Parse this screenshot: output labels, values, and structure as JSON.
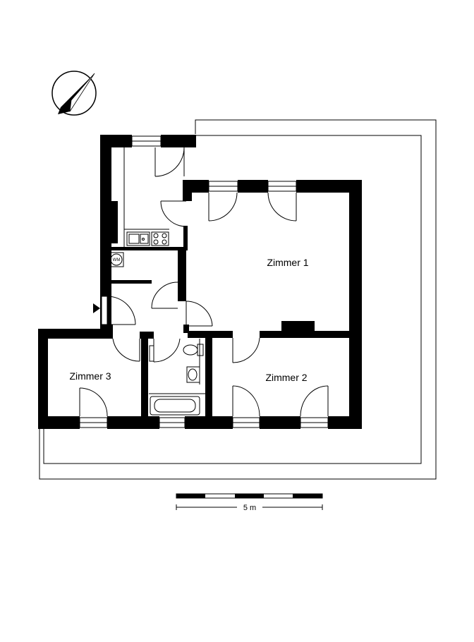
{
  "rooms": {
    "zimmer1": "Zimmer 1",
    "zimmer2": "Zimmer 2",
    "zimmer3": "Zimmer 3"
  },
  "washing_machine_label": "WM",
  "scale": {
    "label": "5 m"
  },
  "icons": {
    "north": "north-arrow-icon",
    "entrance": "entrance-arrow-icon"
  },
  "colors": {
    "walls": "#000000",
    "background": "#ffffff"
  }
}
